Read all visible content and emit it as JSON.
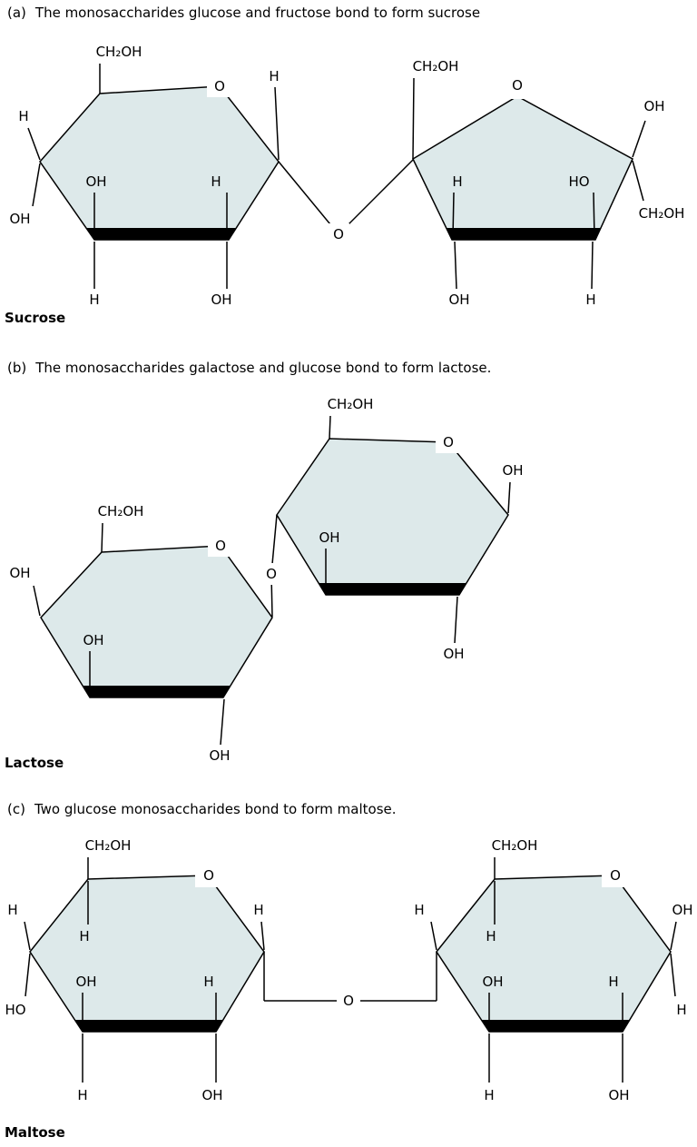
{
  "colors": {
    "background": "#ffffff",
    "ring_fill": "#dde9ea",
    "bond": "#000000",
    "text": "#000000"
  },
  "panel_a": {
    "tag": "(a)",
    "caption": "The monosaccharides glucose and fructose bond to form sucrose",
    "product": "Sucrose",
    "bridge_o": "O",
    "glucose": {
      "ch2oh": "CH₂OH",
      "ring_o": "O",
      "top_right_h": "H",
      "left_h": "H",
      "left_oh": "OH",
      "inner_oh": "OH",
      "inner_h": "H",
      "below_h": "H",
      "below_oh": "OH"
    },
    "fructose": {
      "ch2oh": "CH₂OH",
      "ring_o": "O",
      "right_oh": "OH",
      "right_ch2oh": "CH₂OH",
      "inner_h": "H",
      "inner_ho": "HO",
      "below_oh": "OH",
      "below_h": "H"
    }
  },
  "panel_b": {
    "tag": "(b)",
    "caption": "The monosaccharides galactose and glucose bond to form lactose.",
    "product": "Lactose",
    "bridge_o": "O",
    "glucose": {
      "ch2oh": "CH₂OH",
      "ring_o": "O",
      "top_right_oh": "OH",
      "inner_oh": "OH",
      "below_oh": "OH"
    },
    "galactose": {
      "ch2oh": "CH₂OH",
      "ring_o": "O",
      "left_oh": "OH",
      "inner_oh": "OH",
      "below_oh": "OH"
    }
  },
  "panel_c": {
    "tag": "(c)",
    "caption": "Two glucose monosaccharides bond to form maltose.",
    "product": "Maltose",
    "bridge_o": "O",
    "left_glucose": {
      "ch2oh": "CH₂OH",
      "ring_o": "O",
      "left_top_h": "H",
      "left_bottom_ho": "HO",
      "top_inner_h": "H",
      "right_top_h": "H",
      "inner_oh": "OH",
      "inner_h": "H",
      "below_h": "H",
      "below_oh": "OH"
    },
    "right_glucose": {
      "ch2oh": "CH₂OH",
      "ring_o": "O",
      "left_top_h": "H",
      "top_inner_h": "H",
      "right_top_oh": "OH",
      "right_bottom_h": "H",
      "inner_oh": "OH",
      "inner_h": "H",
      "below_h": "H",
      "below_oh": "OH"
    }
  }
}
